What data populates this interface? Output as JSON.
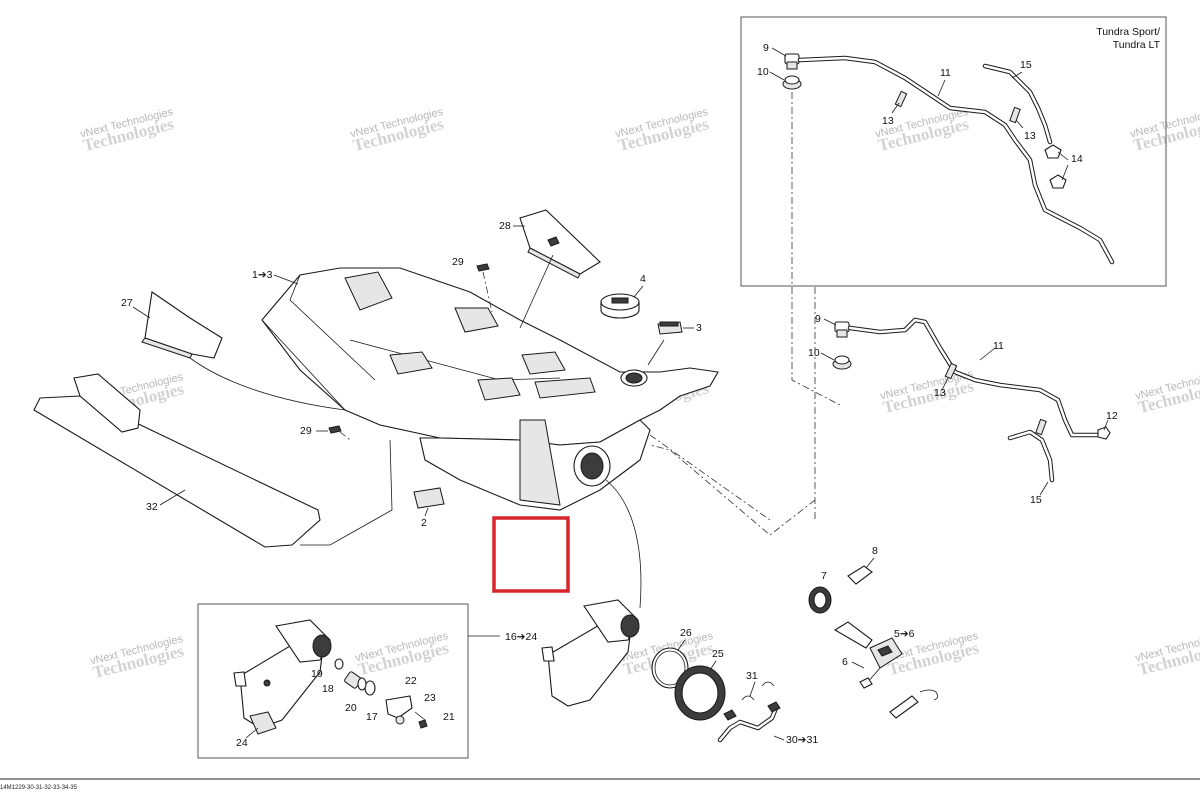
{
  "variant_box": {
    "title_line1": "Tundra Sport/",
    "title_line2": "Tundra LT"
  },
  "labels": {
    "p1_3": "1➔3",
    "p2": "2",
    "p3": "3",
    "p4": "4",
    "p5_6": "5➔6",
    "p6": "6",
    "p7": "7",
    "p8": "8",
    "p9a": "9",
    "p9b": "9",
    "p10a": "10",
    "p10b": "10",
    "p11a": "11",
    "p11b": "11",
    "p12": "12",
    "p13a": "13",
    "p13b": "13",
    "p13c": "13",
    "p14": "14",
    "p15a": "15",
    "p15b": "15",
    "p16_24": "16➔24",
    "p17": "17",
    "p18": "18",
    "p19": "19",
    "p20": "20",
    "p21": "21",
    "p22": "22",
    "p23": "23",
    "p24": "24",
    "p25": "25",
    "p26": "26",
    "p27": "27",
    "p28": "28",
    "p29a": "29",
    "p29b": "29",
    "p30_31": "30➔31",
    "p31": "31",
    "p32": "32"
  },
  "watermark": {
    "line1": "vNext Technologies",
    "line2": "Technologies"
  },
  "footer_code": "14M1229-30-31-32-33-34-35",
  "highlight_color": "#d7262b"
}
